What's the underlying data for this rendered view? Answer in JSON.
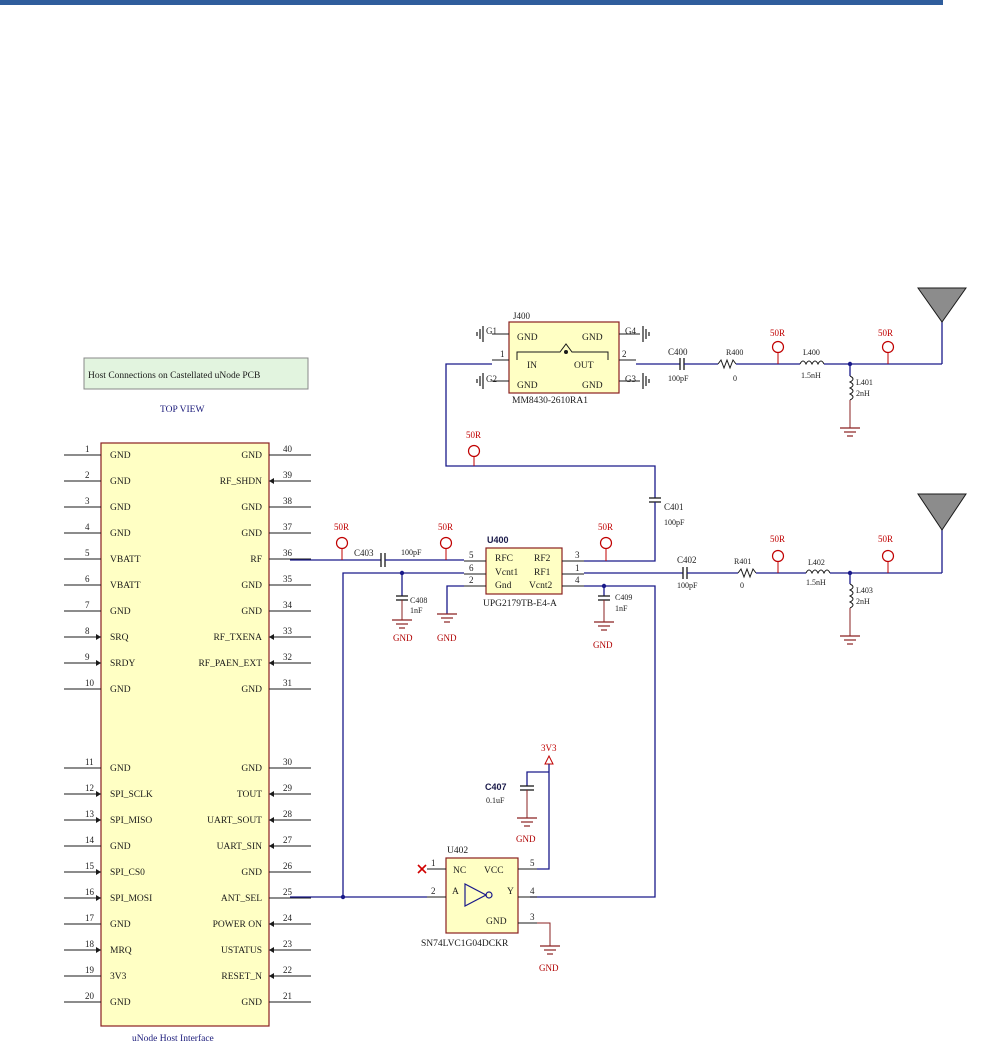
{
  "note": "Host Connections on Castellated uNode PCB",
  "host": {
    "view_label": "TOP VIEW",
    "footer": "uNode Host Interface",
    "left_pins": [
      {
        "num": "1",
        "name": "GND"
      },
      {
        "num": "2",
        "name": "GND"
      },
      {
        "num": "3",
        "name": "GND"
      },
      {
        "num": "4",
        "name": "GND"
      },
      {
        "num": "5",
        "name": "VBATT"
      },
      {
        "num": "6",
        "name": "VBATT"
      },
      {
        "num": "7",
        "name": "GND"
      },
      {
        "num": "8",
        "name": "SRQ"
      },
      {
        "num": "9",
        "name": "SRDY"
      },
      {
        "num": "10",
        "name": "GND"
      },
      {
        "num": "11",
        "name": "GND"
      },
      {
        "num": "12",
        "name": "SPI_SCLK"
      },
      {
        "num": "13",
        "name": "SPI_MISO"
      },
      {
        "num": "14",
        "name": "GND"
      },
      {
        "num": "15",
        "name": "SPI_CS0"
      },
      {
        "num": "16",
        "name": "SPI_MOSI"
      },
      {
        "num": "17",
        "name": "GND"
      },
      {
        "num": "18",
        "name": "MRQ"
      },
      {
        "num": "19",
        "name": "3V3"
      },
      {
        "num": "20",
        "name": "GND"
      }
    ],
    "right_pins": [
      {
        "num": "40",
        "name": "GND"
      },
      {
        "num": "39",
        "name": "RF_SHDN"
      },
      {
        "num": "38",
        "name": "GND"
      },
      {
        "num": "37",
        "name": "GND"
      },
      {
        "num": "36",
        "name": "RF"
      },
      {
        "num": "35",
        "name": "GND"
      },
      {
        "num": "34",
        "name": "GND"
      },
      {
        "num": "33",
        "name": "RF_TXENA"
      },
      {
        "num": "32",
        "name": "RF_PAEN_EXT"
      },
      {
        "num": "31",
        "name": "GND"
      },
      {
        "num": "30",
        "name": "GND"
      },
      {
        "num": "29",
        "name": "TOUT"
      },
      {
        "num": "28",
        "name": "UART_SOUT"
      },
      {
        "num": "27",
        "name": "UART_SIN"
      },
      {
        "num": "26",
        "name": "GND"
      },
      {
        "num": "25",
        "name": "ANT_SEL"
      },
      {
        "num": "24",
        "name": "POWER ON"
      },
      {
        "num": "23",
        "name": "USTATUS"
      },
      {
        "num": "22",
        "name": "RESET_N"
      },
      {
        "num": "21",
        "name": "GND"
      }
    ]
  },
  "j400": {
    "ref": "J400",
    "part": "MM8430-2610RA1",
    "gnd_tl": "GND",
    "gnd_tr": "GND",
    "gnd_bl": "GND",
    "gnd_br": "GND",
    "in": "IN",
    "out": "OUT",
    "pin1": "1",
    "pin2": "2",
    "g1": "G1",
    "g2": "G2",
    "g3": "G3",
    "g4": "G4"
  },
  "u400": {
    "ref": "U400",
    "part": "UPG2179TB-E4-A",
    "rfc": "RFC",
    "rf2": "RF2",
    "vcnt1": "Vcnt1",
    "rf1": "RF1",
    "gnd": "Gnd",
    "vcnt2": "Vcnt2",
    "p5": "5",
    "p6": "6",
    "p2": "2",
    "p3": "3",
    "p1": "1",
    "p4": "4"
  },
  "u402": {
    "ref": "U402",
    "part": "SN74LVC1G04DCKR",
    "nc": "NC",
    "vcc": "VCC",
    "a": "A",
    "y": "Y",
    "gnd": "GND",
    "p1": "1",
    "p2": "2",
    "p5": "5",
    "p4": "4",
    "p3": "3"
  },
  "parts": {
    "c400": {
      "ref": "C400",
      "val": "100pF"
    },
    "r400": {
      "ref": "R400",
      "val": "0"
    },
    "l400": {
      "ref": "L400",
      "val": "1.5nH"
    },
    "l401": {
      "ref": "L401",
      "val": "2nH"
    },
    "c401": {
      "ref": "C401",
      "val": "100pF"
    },
    "c403": {
      "ref": "C403",
      "val": "100pF"
    },
    "c408": {
      "ref": "C408",
      "val": "1nF"
    },
    "c409": {
      "ref": "C409",
      "val": "1nF"
    },
    "c402": {
      "ref": "C402",
      "val": "100pF"
    },
    "r401": {
      "ref": "R401",
      "val": "0"
    },
    "l402": {
      "ref": "L402",
      "val": "1.5nH"
    },
    "l403": {
      "ref": "L403",
      "val": "2nH"
    },
    "c407": {
      "ref": "C407",
      "val": "0.1uF"
    }
  },
  "nets": {
    "r50": "50R",
    "gnd": "GND",
    "v3v3": "3V3"
  }
}
